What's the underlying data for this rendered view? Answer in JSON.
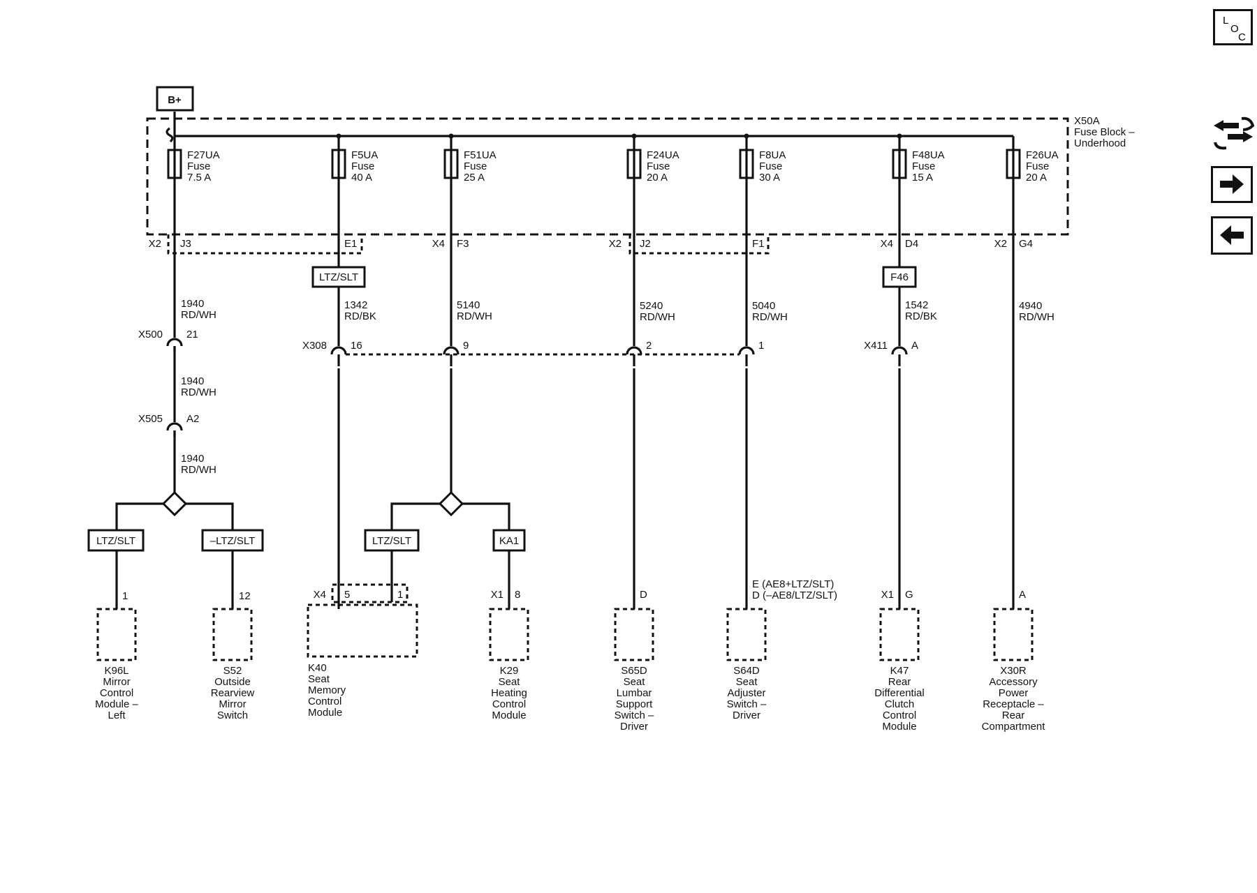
{
  "supply": "B+",
  "fuse_block": {
    "id": "X50A",
    "name_line1": "Fuse Block –",
    "name_line2": "Underhood"
  },
  "fuses": [
    {
      "name": "F27UA",
      "type": "Fuse",
      "rating": "7.5 A"
    },
    {
      "name": "F5UA",
      "type": "Fuse",
      "rating": "40 A"
    },
    {
      "name": "F51UA",
      "type": "Fuse",
      "rating": "25 A"
    },
    {
      "name": "F24UA",
      "type": "Fuse",
      "rating": "20 A"
    },
    {
      "name": "F8UA",
      "type": "Fuse",
      "rating": "30 A"
    },
    {
      "name": "F48UA",
      "type": "Fuse",
      "rating": "15 A"
    },
    {
      "name": "F26UA",
      "type": "Fuse",
      "rating": "20 A"
    }
  ],
  "block_connectors": {
    "x2a": "X2",
    "x4a": "X4",
    "x2b": "X2",
    "x4b": "X4",
    "x2c": "X2"
  },
  "block_pins": [
    "J3",
    "E1",
    "F3",
    "J2",
    "F1",
    "D4",
    "G4"
  ],
  "wires": [
    {
      "circuit": "1940",
      "color": "RD/WH"
    },
    {
      "circuit": "1342",
      "color": "RD/BK"
    },
    {
      "circuit": "5140",
      "color": "RD/WH"
    },
    {
      "circuit": "5240",
      "color": "RD/WH"
    },
    {
      "circuit": "5040",
      "color": "RD/WH"
    },
    {
      "circuit": "1542",
      "color": "RD/BK"
    },
    {
      "circuit": "4940",
      "color": "RD/WH"
    }
  ],
  "option_boxes": {
    "ltz_slt_top": "LTZ/SLT",
    "f46": "F46",
    "ltz_slt_left": "LTZ/SLT",
    "not_ltz_slt": "–LTZ/SLT",
    "ltz_slt_mid": "LTZ/SLT",
    "ka1": "KA1"
  },
  "inline": {
    "x500": "X500",
    "x500_pin": "21",
    "x505": "X505",
    "x505_pin": "A2",
    "x308": "X308",
    "x308_pins": [
      "16",
      "9",
      "2",
      "1"
    ],
    "x411": "X411",
    "x411_pin": "A"
  },
  "component_pins": {
    "k96l": "1",
    "s52": "12",
    "k40_conn": "X4",
    "k40_pin_a": "5",
    "k40_pin_b": "1",
    "k29_conn": "X1",
    "k29_pin": "8",
    "s65d": "D",
    "s64d_a": "E (AE8+LTZ/SLT)",
    "s64d_b": "D (–AE8/LTZ/SLT)",
    "k47_conn": "X1",
    "k47_pin": "G",
    "x30r": "A"
  },
  "components": [
    {
      "id": "K96L",
      "lines": [
        "Mirror",
        "Control",
        "Module –",
        "Left"
      ]
    },
    {
      "id": "S52",
      "lines": [
        "Outside",
        "Rearview",
        "Mirror",
        "Switch"
      ]
    },
    {
      "id": "K40",
      "lines": [
        "Seat",
        "Memory",
        "Control",
        "Module"
      ]
    },
    {
      "id": "K29",
      "lines": [
        "Seat",
        "Heating",
        "Control",
        "Module"
      ]
    },
    {
      "id": "S65D",
      "lines": [
        "Seat",
        "Lumbar",
        "Support",
        "Switch –",
        "Driver"
      ]
    },
    {
      "id": "S64D",
      "lines": [
        "Seat",
        "Adjuster",
        "Switch –",
        "Driver"
      ]
    },
    {
      "id": "K47",
      "lines": [
        "Rear",
        "Differential",
        "Clutch",
        "Control",
        "Module"
      ]
    },
    {
      "id": "X30R",
      "lines": [
        "Accessory",
        "Power",
        "Receptacle –",
        "Rear",
        "Compartment"
      ]
    }
  ],
  "nav": {
    "loc": [
      "L",
      "O",
      "C"
    ]
  }
}
